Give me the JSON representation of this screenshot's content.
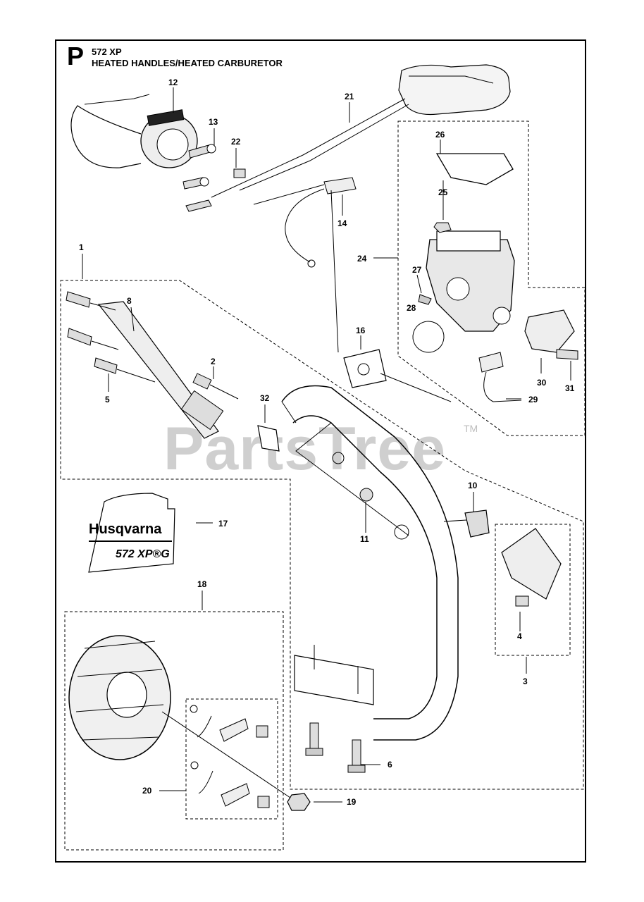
{
  "header": {
    "section_letter": "P",
    "model": "572 XP",
    "title": "HEATED HANDLES/HEATED CARBURETOR"
  },
  "watermark": {
    "text": "PartsTree",
    "tm": "TM"
  },
  "decal": {
    "brand": "Husqvarna",
    "model": "572 XP®G"
  },
  "callouts": [
    {
      "id": "c1",
      "text": "1"
    },
    {
      "id": "c2",
      "text": "2"
    },
    {
      "id": "c3",
      "text": "3"
    },
    {
      "id": "c4",
      "text": "4"
    },
    {
      "id": "c5",
      "text": "5"
    },
    {
      "id": "c6",
      "text": "6"
    },
    {
      "id": "c8",
      "text": "8"
    },
    {
      "id": "c10",
      "text": "10"
    },
    {
      "id": "c11",
      "text": "11"
    },
    {
      "id": "c12",
      "text": "12"
    },
    {
      "id": "c13",
      "text": "13"
    },
    {
      "id": "c14",
      "text": "14"
    },
    {
      "id": "c16",
      "text": "16"
    },
    {
      "id": "c17",
      "text": "17"
    },
    {
      "id": "c18",
      "text": "18"
    },
    {
      "id": "c19",
      "text": "19"
    },
    {
      "id": "c20",
      "text": "20"
    },
    {
      "id": "c21",
      "text": "21"
    },
    {
      "id": "c22",
      "text": "22"
    },
    {
      "id": "c24",
      "text": "24"
    },
    {
      "id": "c25",
      "text": "25"
    },
    {
      "id": "c26",
      "text": "26"
    },
    {
      "id": "c27",
      "text": "27"
    },
    {
      "id": "c28",
      "text": "28"
    },
    {
      "id": "c29",
      "text": "29"
    },
    {
      "id": "c30",
      "text": "30"
    },
    {
      "id": "c31",
      "text": "31"
    },
    {
      "id": "c32",
      "text": "32"
    }
  ]
}
